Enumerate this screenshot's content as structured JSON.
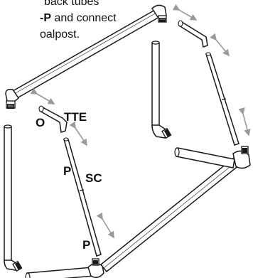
{
  "instructions": {
    "line1": "back tubes",
    "line2_bold": "-P",
    "line2_rest": " and connect",
    "line3": "oalpost."
  },
  "labels": {
    "o": "O",
    "tte": "TTE",
    "p_upper": "P",
    "sc": "SC",
    "p_lower": "P"
  },
  "colors": {
    "line": "#1a1a1a",
    "fill": "#ffffff",
    "arrow": "#9a9a9a"
  }
}
